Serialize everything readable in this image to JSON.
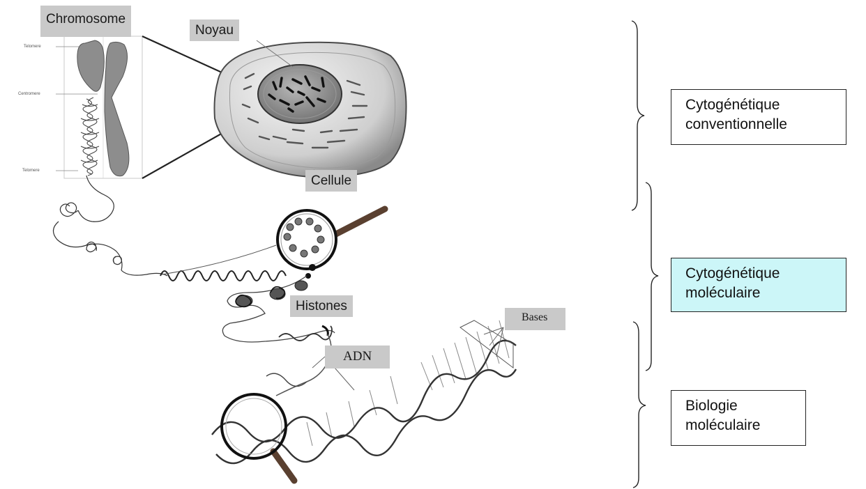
{
  "labels": {
    "chromosome": "Chromosome",
    "noyau": "Noyau",
    "cellule": "Cellule",
    "histones": "Histones",
    "adn": "ADN",
    "bases": "Bases",
    "telomere_top": "Telomere",
    "centromere": "Centromere",
    "telomere_bottom": "Telomere"
  },
  "categories": [
    {
      "line1": "Cytogénétique",
      "line2": "conventionnelle",
      "fill": "#ffffff"
    },
    {
      "line1": "Cytogénétique",
      "line2": "moléculaire",
      "fill": "#ccf6f8"
    },
    {
      "line1": "Biologie",
      "line2": "moléculaire",
      "fill": "#ffffff"
    }
  ],
  "colors": {
    "label_bg": "#c9c9c9",
    "handle": "#5a4030",
    "ink": "#222222"
  }
}
